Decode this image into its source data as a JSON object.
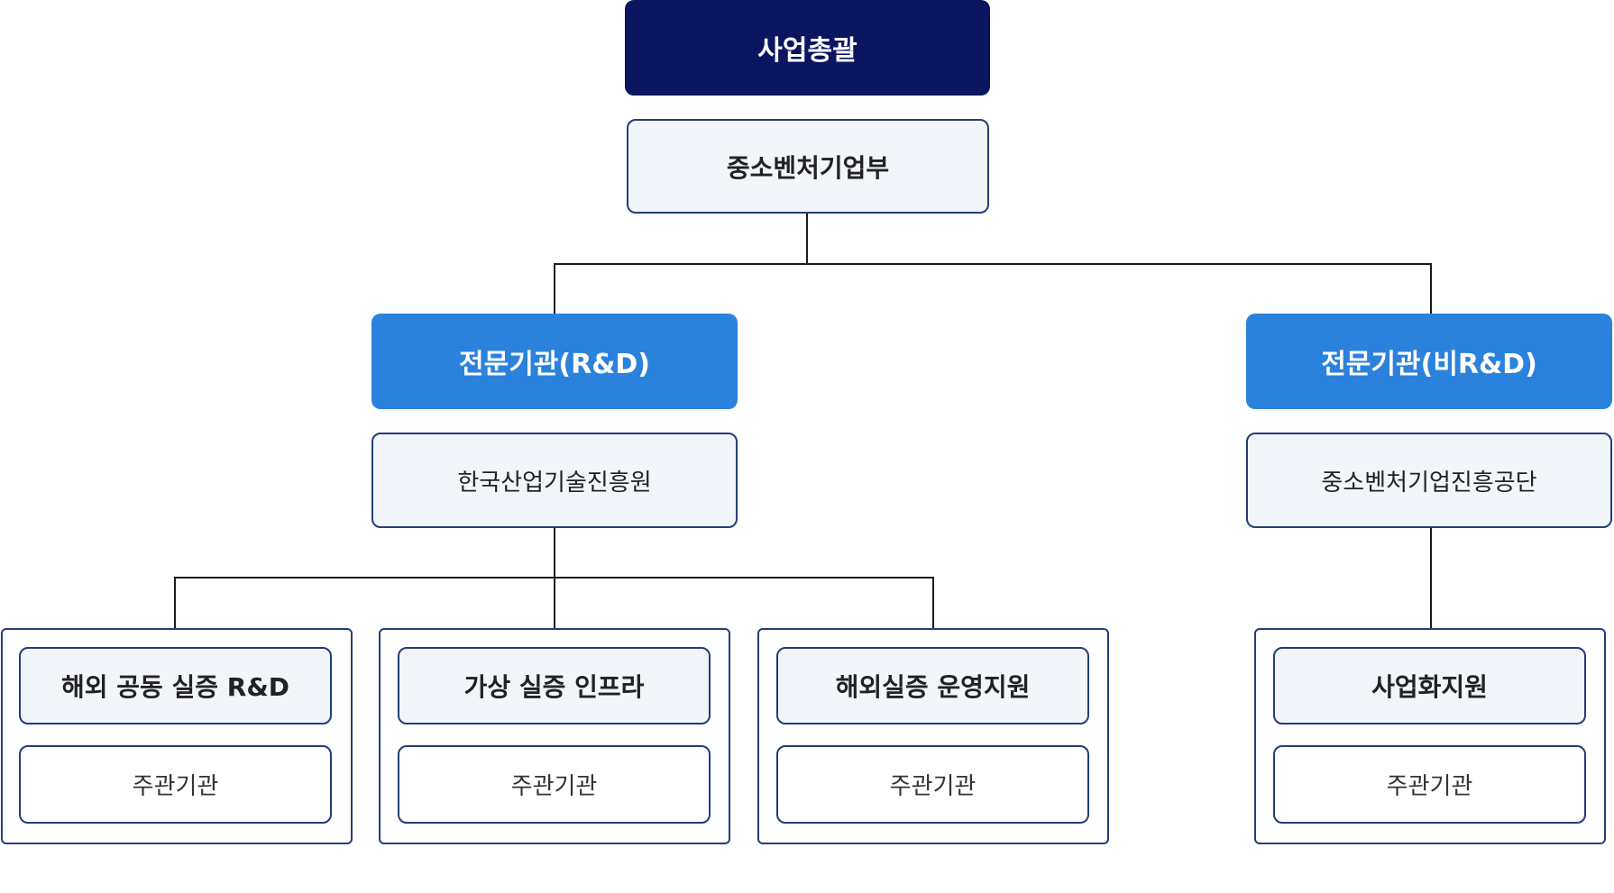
{
  "top": {
    "title": "사업총괄",
    "ministry": "중소벤처기업부"
  },
  "branches": [
    {
      "header": "전문기관(R&D)",
      "agency": "한국산업기술진흥원",
      "programs": [
        {
          "name": "해외 공동 실증 R&D",
          "role": "주관기관"
        },
        {
          "name": "가상 실증 인프라",
          "role": "주관기관"
        },
        {
          "name": "해외실증 운영지원",
          "role": "주관기관"
        }
      ]
    },
    {
      "header": "전문기관(비R&D)",
      "agency": "중소벤처기업진흥공단",
      "programs": [
        {
          "name": "사업화지원",
          "role": "주관기관"
        }
      ]
    }
  ],
  "colors": {
    "top_header": "#0b1560",
    "branch_header": "#2b82dc",
    "box_fill": "#f2f5f9",
    "box_border": "#233d7a",
    "connector": "#1b1b1b"
  }
}
